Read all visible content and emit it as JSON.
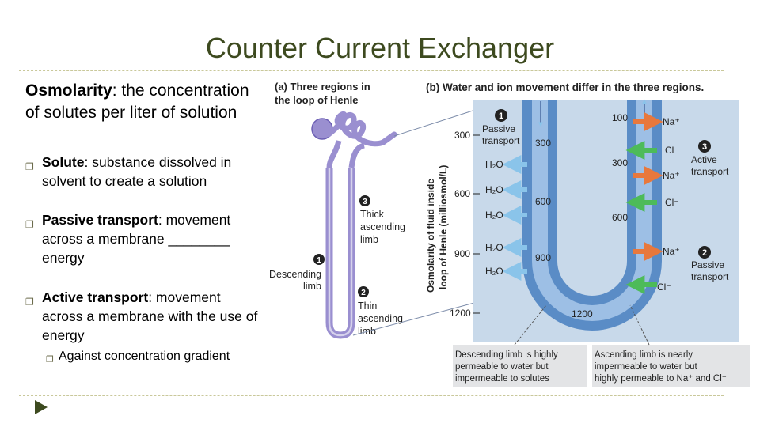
{
  "slide": {
    "title": "Counter Current Exchanger",
    "definition": {
      "term": "Osmolarity",
      "text": ": the concentration of solutes per liter of solution"
    },
    "bullets": [
      {
        "term": "Solute",
        "text": ": substance dissolved in solvent to create a solution"
      },
      {
        "term": "Passive transport",
        "text": ": movement across a membrane ________ energy"
      },
      {
        "term": "Active transport",
        "text": ": movement across a membrane with the use of energy"
      }
    ],
    "sub_bullet": "Against concentration gradient",
    "bullet_icon": "square-bullet-icon"
  },
  "figure": {
    "panel_a": {
      "title_line1": "(a) Three regions in",
      "title_line2": "the loop of Henle",
      "num_3": "3",
      "thick_1": "Thick",
      "thick_2": "ascending",
      "thick_3": "limb",
      "num_1": "1",
      "desc_1": "Descending",
      "desc_2": "limb",
      "num_2": "2",
      "thin_1": "Thin",
      "thin_2": "ascending",
      "thin_3": "limb"
    },
    "panel_b": {
      "title": "(b) Water and ion movement differ in the three regions.",
      "axis_line1": "Osmolarity of fluid inside",
      "axis_line2": "loop of Henle (milliosmol/L)",
      "ticks": [
        "300",
        "600",
        "900",
        "1200"
      ],
      "num_1": "1",
      "passive_1a": "Passive",
      "passive_1b": "transport",
      "num_3": "3",
      "active_a": "Active",
      "active_b": "transport",
      "num_2": "2",
      "passive_2a": "Passive",
      "passive_2b": "transport",
      "inner_desc": [
        "300",
        "600",
        "900"
      ],
      "inner_asc": [
        "100",
        "300",
        "600"
      ],
      "bottom_value": "1200",
      "water_labels": [
        "H₂O",
        "H₂O",
        "H₂O",
        "H₂O",
        "H₂O"
      ],
      "ion_labels": [
        "Na⁺",
        "Cl⁻",
        "Na⁺",
        "Cl⁻",
        "Na⁺",
        "Cl⁻"
      ],
      "caption_left": [
        "Descending limb is highly",
        "permeable to water but",
        "impermeable to solutes"
      ],
      "caption_right": [
        "Ascending limb is nearly",
        "impermeable to water but",
        "highly permeable to Na⁺ and Cl⁻"
      ]
    },
    "colors": {
      "tubule": "#9a8fd0",
      "panel_bg": "#c8d9ea",
      "water_arrow": "#8ac4ea",
      "ion_arrow": "#e8783c",
      "active_arrow": "#4dbb59",
      "badge": "#222222"
    }
  }
}
